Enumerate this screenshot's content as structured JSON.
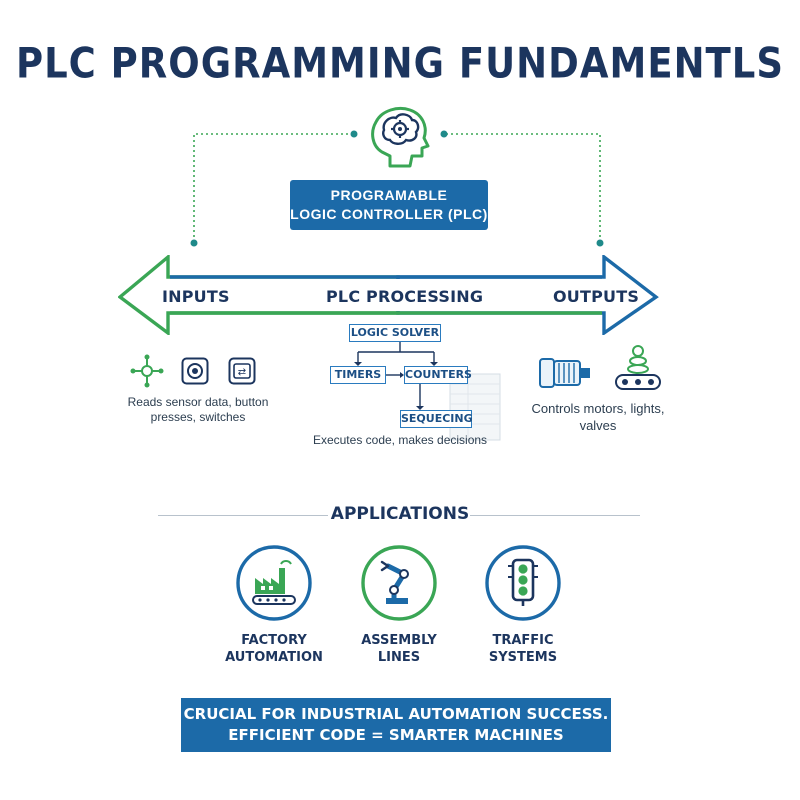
{
  "title": "PLC PROGRAMMING FUNDAMENTLS",
  "plc_box": {
    "line1": "PROGRAMABLE",
    "line2": "LOGIC CONTROLLER (PLC)"
  },
  "arrow": {
    "inputs": "INPUTS",
    "processing": "PLC PROCESSING",
    "outputs": "OUTPUTS"
  },
  "inputs": {
    "caption_line1": "Reads sensor data, button",
    "caption_line2": "presses, switches",
    "icons": [
      "network-sensor-icon",
      "push-button-icon",
      "switch-icon"
    ],
    "switch_glyph": "⇄"
  },
  "processing": {
    "logic_solver": "LOGIC SOLVER",
    "timers": "TIMERS",
    "counters": "COUNTERS",
    "sequencing": "SEQUECING",
    "caption": "Executes code, makes decisions"
  },
  "outputs": {
    "caption_line1": "Controls motors, lights,",
    "caption_line2": "valves",
    "icons": [
      "motor-icon",
      "conveyor-light-icon"
    ]
  },
  "applications": {
    "heading": "APPLICATIONS",
    "items": [
      {
        "line1": "FACTORY",
        "line2": "AUTOMATION",
        "icon": "factory-icon"
      },
      {
        "line1": "ASSEMBLY",
        "line2": "LINES",
        "icon": "robot-arm-icon"
      },
      {
        "line1": "TRAFFIC",
        "line2": "SYSTEMS",
        "icon": "traffic-light-icon"
      }
    ]
  },
  "banner": {
    "line1": "CRUCIAL FOR INDUSTRIAL AUTOMATION SUCCESS.",
    "line2": "EFFICIENT CODE = SMARTER MACHINES"
  },
  "colors": {
    "navy": "#1c355e",
    "blue": "#1c6aa8",
    "green": "#3aa655",
    "teal": "#1f8a8a"
  }
}
